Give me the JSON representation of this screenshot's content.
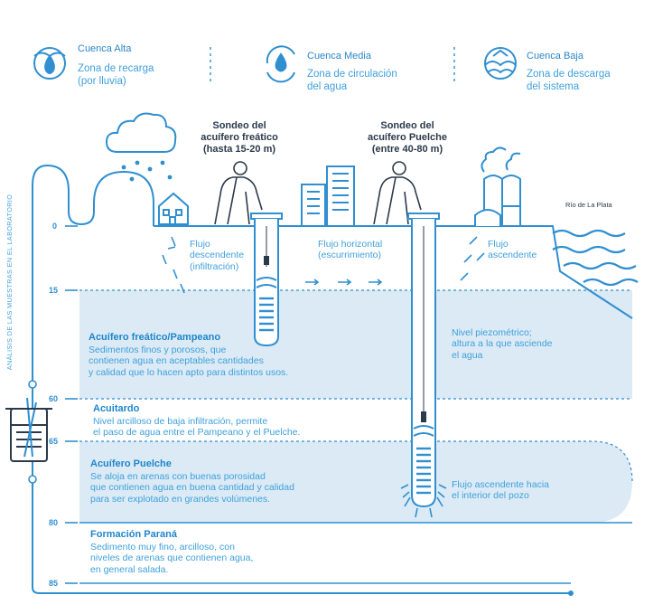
{
  "header": {
    "zones": [
      {
        "title": "Cuenca Alta",
        "subtitle": "Zona de recarga\n(por lluvia)",
        "icon": "rain-drop-icon"
      },
      {
        "title": "Cuenca Media",
        "subtitle": "Zona de circulación\ndel agua",
        "icon": "water-cycle-icon"
      },
      {
        "title": "Cuenca Baja",
        "subtitle": "Zona de descarga\ndel sistema",
        "icon": "wave-discharge-icon"
      }
    ]
  },
  "sondeos": [
    {
      "label": "Sondeo del\nacuífero freático\n(hasta 15-20 m)"
    },
    {
      "label": "Sondeo del\nacuífero Puelche\n(entre 40-80 m)"
    }
  ],
  "flows": {
    "descendente": "Flujo\ndescendente\n(infiltración)",
    "horizontal": "Flujo horizontal\n(escurrimiento)",
    "ascendente": "Flujo\nascendente",
    "piezometrico": "Nivel piezométrico;\naltura a la que asciende\nel agua",
    "pozo": "Flujo ascendente hacia\nel interior del pozo"
  },
  "river": "Río de La Plata",
  "side_label": "ANÁLISIS DE LAS MUESTRAS EN EL LABORATORIO",
  "depths": [
    "0",
    "15",
    "60",
    "65",
    "80",
    "85"
  ],
  "layers": [
    {
      "title": "Acuífero freático/Pampeano",
      "desc": "Sedimentos finos y porosos, que\ncontienen agua en aceptables cantidades\ny calidad que lo hacen apto para distintos usos."
    },
    {
      "title": "Acuitardo",
      "desc": "Nivel arcilloso de baja infiltración, permite\nel paso de agua entre el Pampeano y el Puelche."
    },
    {
      "title": "Acuífero Puelche",
      "desc": "Se aloja en arenas con buenas porosidad\nque contienen agua en buena cantidad y calidad\npara ser explotado en grandes volúmenes."
    },
    {
      "title": "Formación Paraná",
      "desc": "Sedimento muy fino, arcilloso, con\nniveles de arenas que contienen agua,\nen general salada."
    }
  ],
  "colors": {
    "primary": "#2f8fd0",
    "band": "#dbeaf5",
    "dark": "#2b3a4a"
  }
}
